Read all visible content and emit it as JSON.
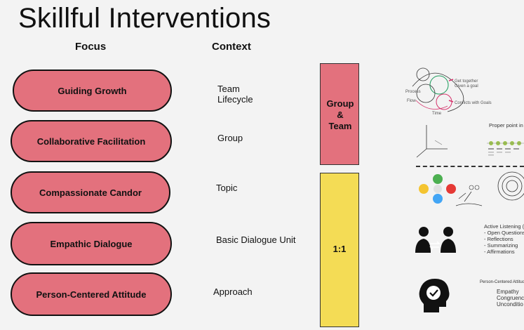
{
  "title": "Skillful Interventions",
  "headers": {
    "focus": "Focus",
    "context": "Context"
  },
  "focus_items": [
    "Guiding Growth",
    "Collaborative Facilitation",
    "Compassionate Candor",
    "Empathic Dialogue",
    "Person-Centered Attitude"
  ],
  "context_items": [
    {
      "line1": "Team",
      "line2": "Lifecycle"
    },
    {
      "line1": "Group",
      "line2": ""
    },
    {
      "line1": "Topic",
      "line2": ""
    },
    {
      "line1": "Basic Dialogue Unit",
      "line2": ""
    },
    {
      "line1": "Approach",
      "line2": ""
    }
  ],
  "bars": {
    "group": {
      "line1": "Group",
      "line2": "&",
      "line3": "Team",
      "color": "#e3717d"
    },
    "one_on_one": {
      "label": "1:1",
      "color": "#f4dc55"
    }
  },
  "thumbnails": {
    "lifecycle": {
      "a": "Get together",
      "b": "Given a goal",
      "c": "Conflicts with Goals",
      "d": "Process",
      "e": "Flow",
      "f": "Time"
    },
    "facilitation": {
      "caption": "Proper point in f"
    },
    "active_listening": {
      "title": "Active Listening (",
      "items": [
        "- Open Questions",
        "- Reflections",
        "- Summarizing",
        "- Affirmations"
      ]
    },
    "person_centered": {
      "title": "Person-Centered Attitude",
      "items": [
        "Empathy",
        "Congruenc",
        "Unconditio"
      ]
    }
  },
  "colors": {
    "pill": "#e3717d",
    "yellow": "#f4dc55",
    "background": "#f3f3f3"
  }
}
